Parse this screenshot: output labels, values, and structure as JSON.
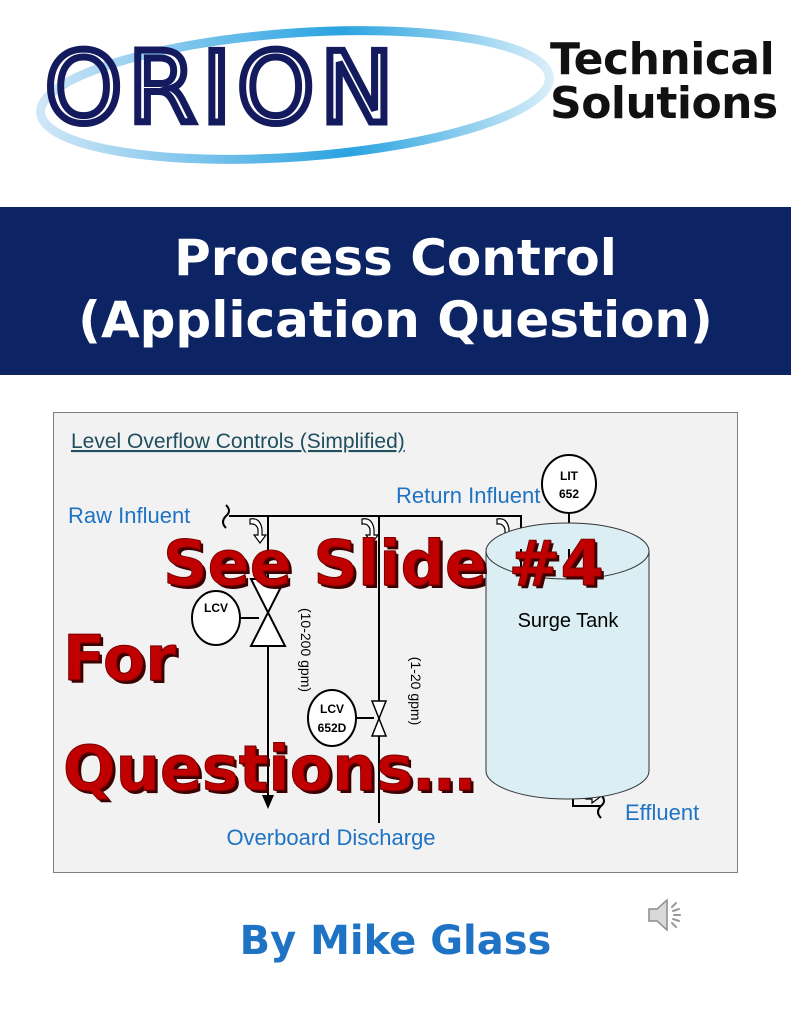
{
  "logo": {
    "brand": "ORION",
    "line1": "Technical",
    "line2": "Solutions"
  },
  "banner": {
    "line1": "Process Control",
    "line2": "(Application Question)"
  },
  "diagram": {
    "title": "Level Overflow Controls (Simplified)",
    "raw_influent": "Raw Influent",
    "return_influent": "Return Influent",
    "lit_tag": "LIT",
    "lit_num": "652",
    "lcv_big_tag": "LCV",
    "lcv_small_tag": "LCV",
    "lcv_small_num": "652D",
    "big_range": "(10-200 gpm)",
    "small_range": "(1-20 gpm)",
    "tank_label": "Surge Tank",
    "effluent": "Effluent",
    "discharge": "Overboard Discharge"
  },
  "overlay": {
    "line1": "See Slide #4",
    "line2": "For",
    "line3": "Questions…"
  },
  "footer": {
    "author": "By Mike Glass",
    "icon": "speaker-icon"
  },
  "colors": {
    "navy": "#0c2364",
    "blue": "#1f73c4",
    "red": "#c00000"
  }
}
